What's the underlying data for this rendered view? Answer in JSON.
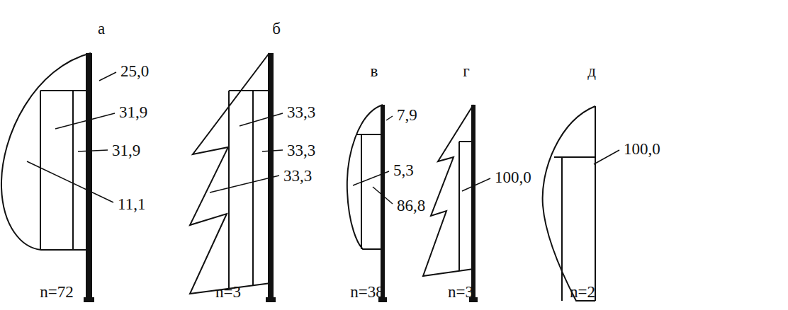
{
  "diagram": {
    "labels": [
      "а",
      "25,0",
      "31,9",
      "31,9",
      "11,1",
      "n=72",
      "б",
      "33,3",
      "33,3",
      "33,3",
      "n=3",
      "в",
      "7,9",
      "5,3",
      "86,8",
      "n=38",
      "г",
      "100,0",
      "n=3",
      "д",
      "100,0",
      "n=2"
    ]
  }
}
